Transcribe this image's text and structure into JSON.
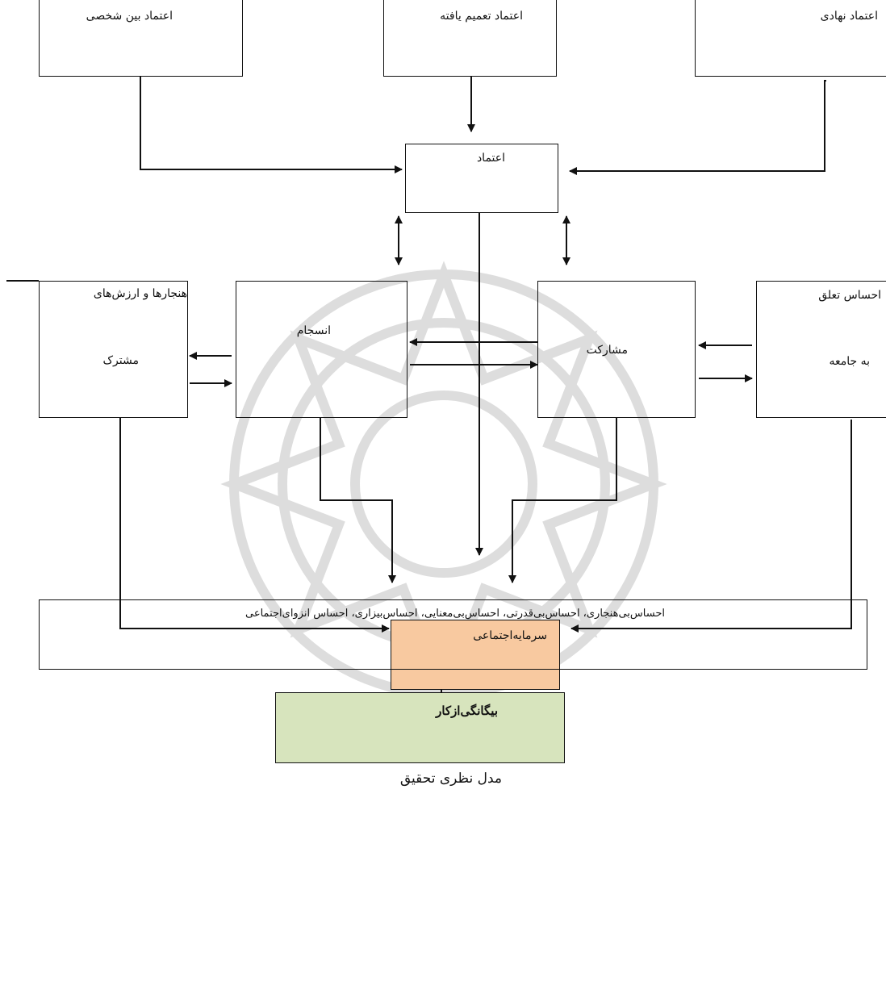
{
  "colors": {
    "social_capital_fill": "#f8c9a0",
    "outcome_fill": "#d7e4bd",
    "watermark": "#d8d8d8"
  },
  "nodes": {
    "interpersonal_trust": "اعتماد بین شخصی",
    "generalized_trust": "اعتماد تعمیم یافته",
    "institutional_trust": "اعتماد نهادی",
    "trust": "اعتماد",
    "shared_norms_line1": "هنجارها و ارزش‌های",
    "shared_norms_line2": "مشترک",
    "cohesion": "انسجام",
    "participation": "مشارکت",
    "belonging_line1": "احساس تعلق",
    "belonging_line2": "به جامعه",
    "social_capital": "سرمایه‌اجتماعی",
    "alienation_feelings": "احساس‌بی‌هنجاری، احساس‌بی‌قدرتی، احساس‌بی‌معنایی، احساس‌بیزاری، احساس انزوای‌اجتماعی",
    "work_alienation": "بیگانگی‌ازکار"
  },
  "caption": "مدل نظری تحقیق"
}
